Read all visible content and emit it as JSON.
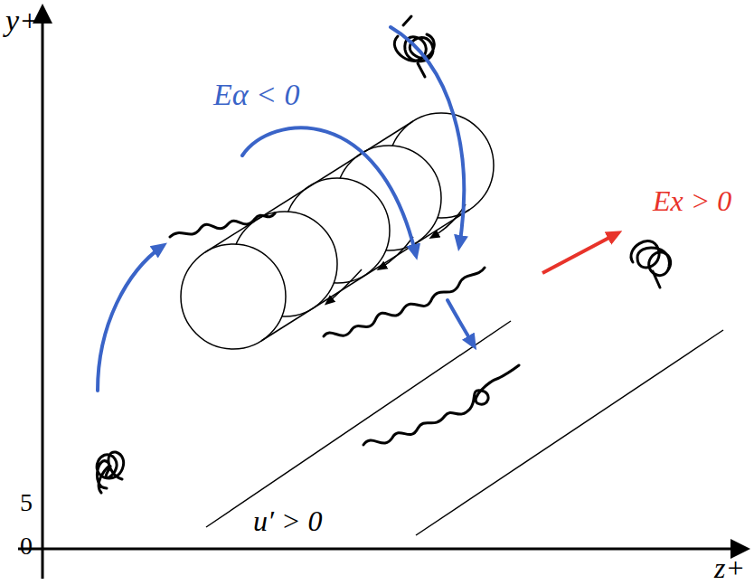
{
  "diagram": {
    "labels": [
      "y+",
      "Eα < 0",
      "Ex > 0",
      "u′ > 0",
      "5",
      "0",
      "z+"
    ]
  }
}
